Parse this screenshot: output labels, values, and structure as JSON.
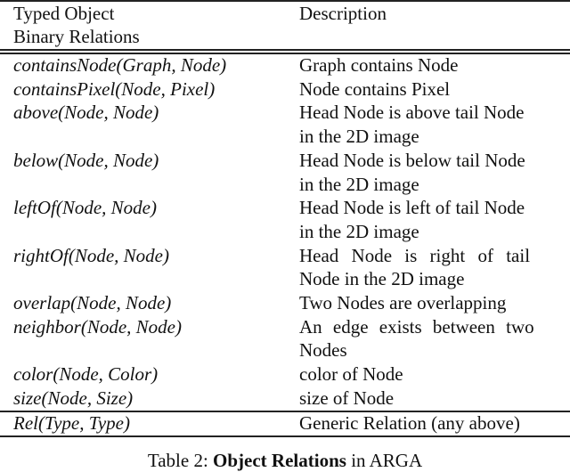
{
  "table": {
    "header": {
      "col1_line1": "Typed Object",
      "col1_line2": "Binary Relations",
      "col2": "Description"
    },
    "rows": [
      {
        "relation": "containsNode(Graph, Node)",
        "description": [
          "Graph contains Node"
        ]
      },
      {
        "relation": "containsPixel(Node, Pixel)",
        "description": [
          "Node contains Pixel"
        ]
      },
      {
        "relation": "above(Node, Node)",
        "description": [
          "Head Node is above tail Node",
          "in the 2D image"
        ]
      },
      {
        "relation": "below(Node, Node)",
        "description": [
          "Head Node is below tail Node",
          "in the 2D image"
        ]
      },
      {
        "relation": "leftOf(Node, Node)",
        "description": [
          "Head Node is left of tail Node",
          "in the 2D image"
        ]
      },
      {
        "relation": "rightOf(Node, Node)",
        "description": [
          "Head Node is right of tail",
          "Node in the 2D image"
        ]
      },
      {
        "relation": "overlap(Node, Node)",
        "description": [
          "Two Nodes are overlapping"
        ]
      },
      {
        "relation": "neighbor(Node, Node)",
        "description": [
          "An edge exists between two",
          "Nodes"
        ]
      },
      {
        "relation": "color(Node, Color)",
        "description": [
          "color of Node"
        ]
      },
      {
        "relation": "size(Node, Size)",
        "description": [
          "size of Node"
        ]
      }
    ],
    "footer_row": {
      "relation": "Rel(Type, Type)",
      "description": "Generic Relation (any above)"
    }
  },
  "caption": {
    "label": "Table 2:",
    "bold": "Object Relations",
    "rest": "in ARGA"
  }
}
